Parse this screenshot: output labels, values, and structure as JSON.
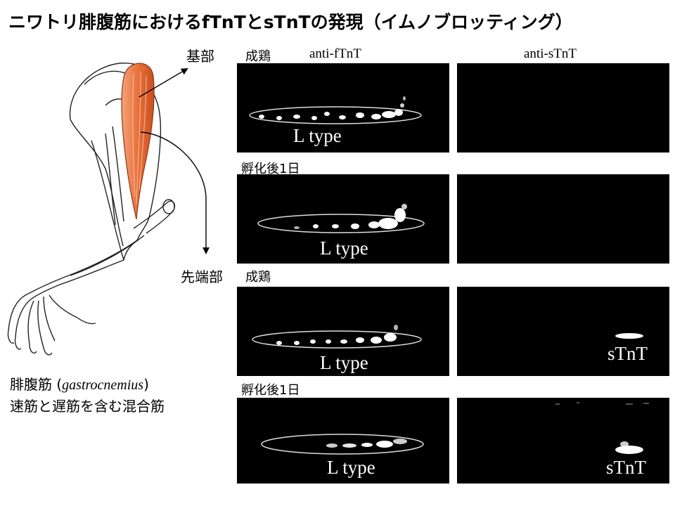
{
  "title": "ニワトリ腓腹筋におけるfTnTとsTnTの発現（イムノブロッティング）",
  "labels": {
    "base": "基部",
    "tip": "先端部",
    "adult": "成鶏",
    "hatch1d": "孵化後1日",
    "anti_ftnt": "anti-fTnT",
    "anti_stnt": "anti-sTnT",
    "l_type": "L type",
    "stnt": "sTnT"
  },
  "legend": {
    "line1_prefix": "腓腹筋 (",
    "line1_italic": "gastrocnemius",
    "line1_suffix": ")",
    "line2": "速筋と遅筋を含む混合筋"
  },
  "colors": {
    "muscle": "#e8703a",
    "panel_bg": "#000000",
    "band": "#ffffff"
  }
}
